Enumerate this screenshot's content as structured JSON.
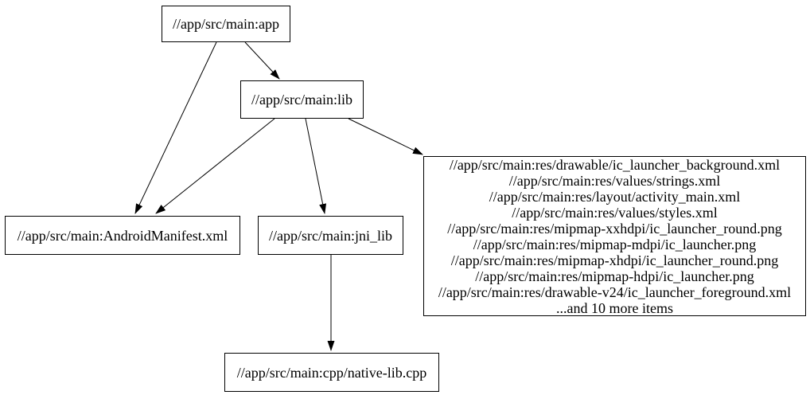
{
  "diagram": {
    "kind": "dependency-graph",
    "background_color": "#ffffff",
    "stroke_color": "#000000",
    "nodes": [
      {
        "id": "app",
        "label": "//app/src/main:app"
      },
      {
        "id": "lib",
        "label": "//app/src/main:lib"
      },
      {
        "id": "manifest",
        "label": "//app/src/main:AndroidManifest.xml"
      },
      {
        "id": "jni_lib",
        "label": "//app/src/main:jni_lib"
      },
      {
        "id": "res_group",
        "lines": [
          "//app/src/main:res/drawable/ic_launcher_background.xml",
          "//app/src/main:res/values/strings.xml",
          "//app/src/main:res/layout/activity_main.xml",
          "//app/src/main:res/values/styles.xml",
          "//app/src/main:res/mipmap-xxhdpi/ic_launcher_round.png",
          "//app/src/main:res/mipmap-mdpi/ic_launcher.png",
          "//app/src/main:res/mipmap-xhdpi/ic_launcher_round.png",
          "//app/src/main:res/mipmap-hdpi/ic_launcher.png",
          "//app/src/main:res/drawable-v24/ic_launcher_foreground.xml",
          "...and 10 more items"
        ]
      },
      {
        "id": "native_lib",
        "label": "//app/src/main:cpp/native-lib.cpp"
      }
    ],
    "edges": [
      {
        "from": "app",
        "to": "lib"
      },
      {
        "from": "app",
        "to": "manifest"
      },
      {
        "from": "lib",
        "to": "manifest"
      },
      {
        "from": "lib",
        "to": "jni_lib"
      },
      {
        "from": "lib",
        "to": "res_group"
      },
      {
        "from": "jni_lib",
        "to": "native_lib"
      }
    ]
  }
}
